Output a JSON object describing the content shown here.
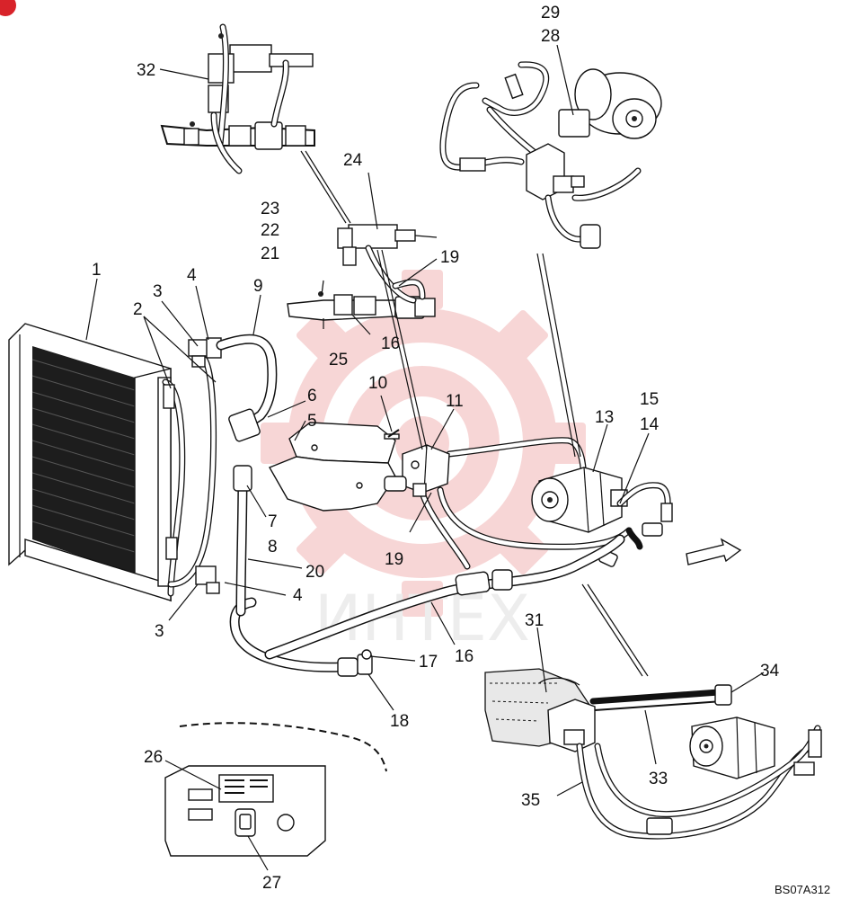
{
  "diagram": {
    "drawing_code": "BS07A312",
    "watermark_text": "ИНТЕХ",
    "callouts": {
      "c1": "1",
      "c2": "2",
      "c3a": "3",
      "c3b": "3",
      "c4a": "4",
      "c4b": "4",
      "c5": "5",
      "c6": "6",
      "c7": "7",
      "c8": "8",
      "c9": "9",
      "c10": "10",
      "c11": "11",
      "c13": "13",
      "c14": "14",
      "c15": "15",
      "c16a": "16",
      "c16b": "16",
      "c17": "17",
      "c18": "18",
      "c19a": "19",
      "c19b": "19",
      "c20": "20",
      "c21": "21",
      "c22": "22",
      "c23": "23",
      "c24": "24",
      "c25": "25",
      "c26": "26",
      "c27": "27",
      "c28": "28",
      "c29": "29",
      "c31": "31",
      "c32": "32",
      "c33": "33",
      "c34": "34",
      "c35": "35"
    },
    "colors": {
      "line": "#111111",
      "watermark": "#f5c9c9",
      "corner_badge": "#d8232a"
    }
  }
}
